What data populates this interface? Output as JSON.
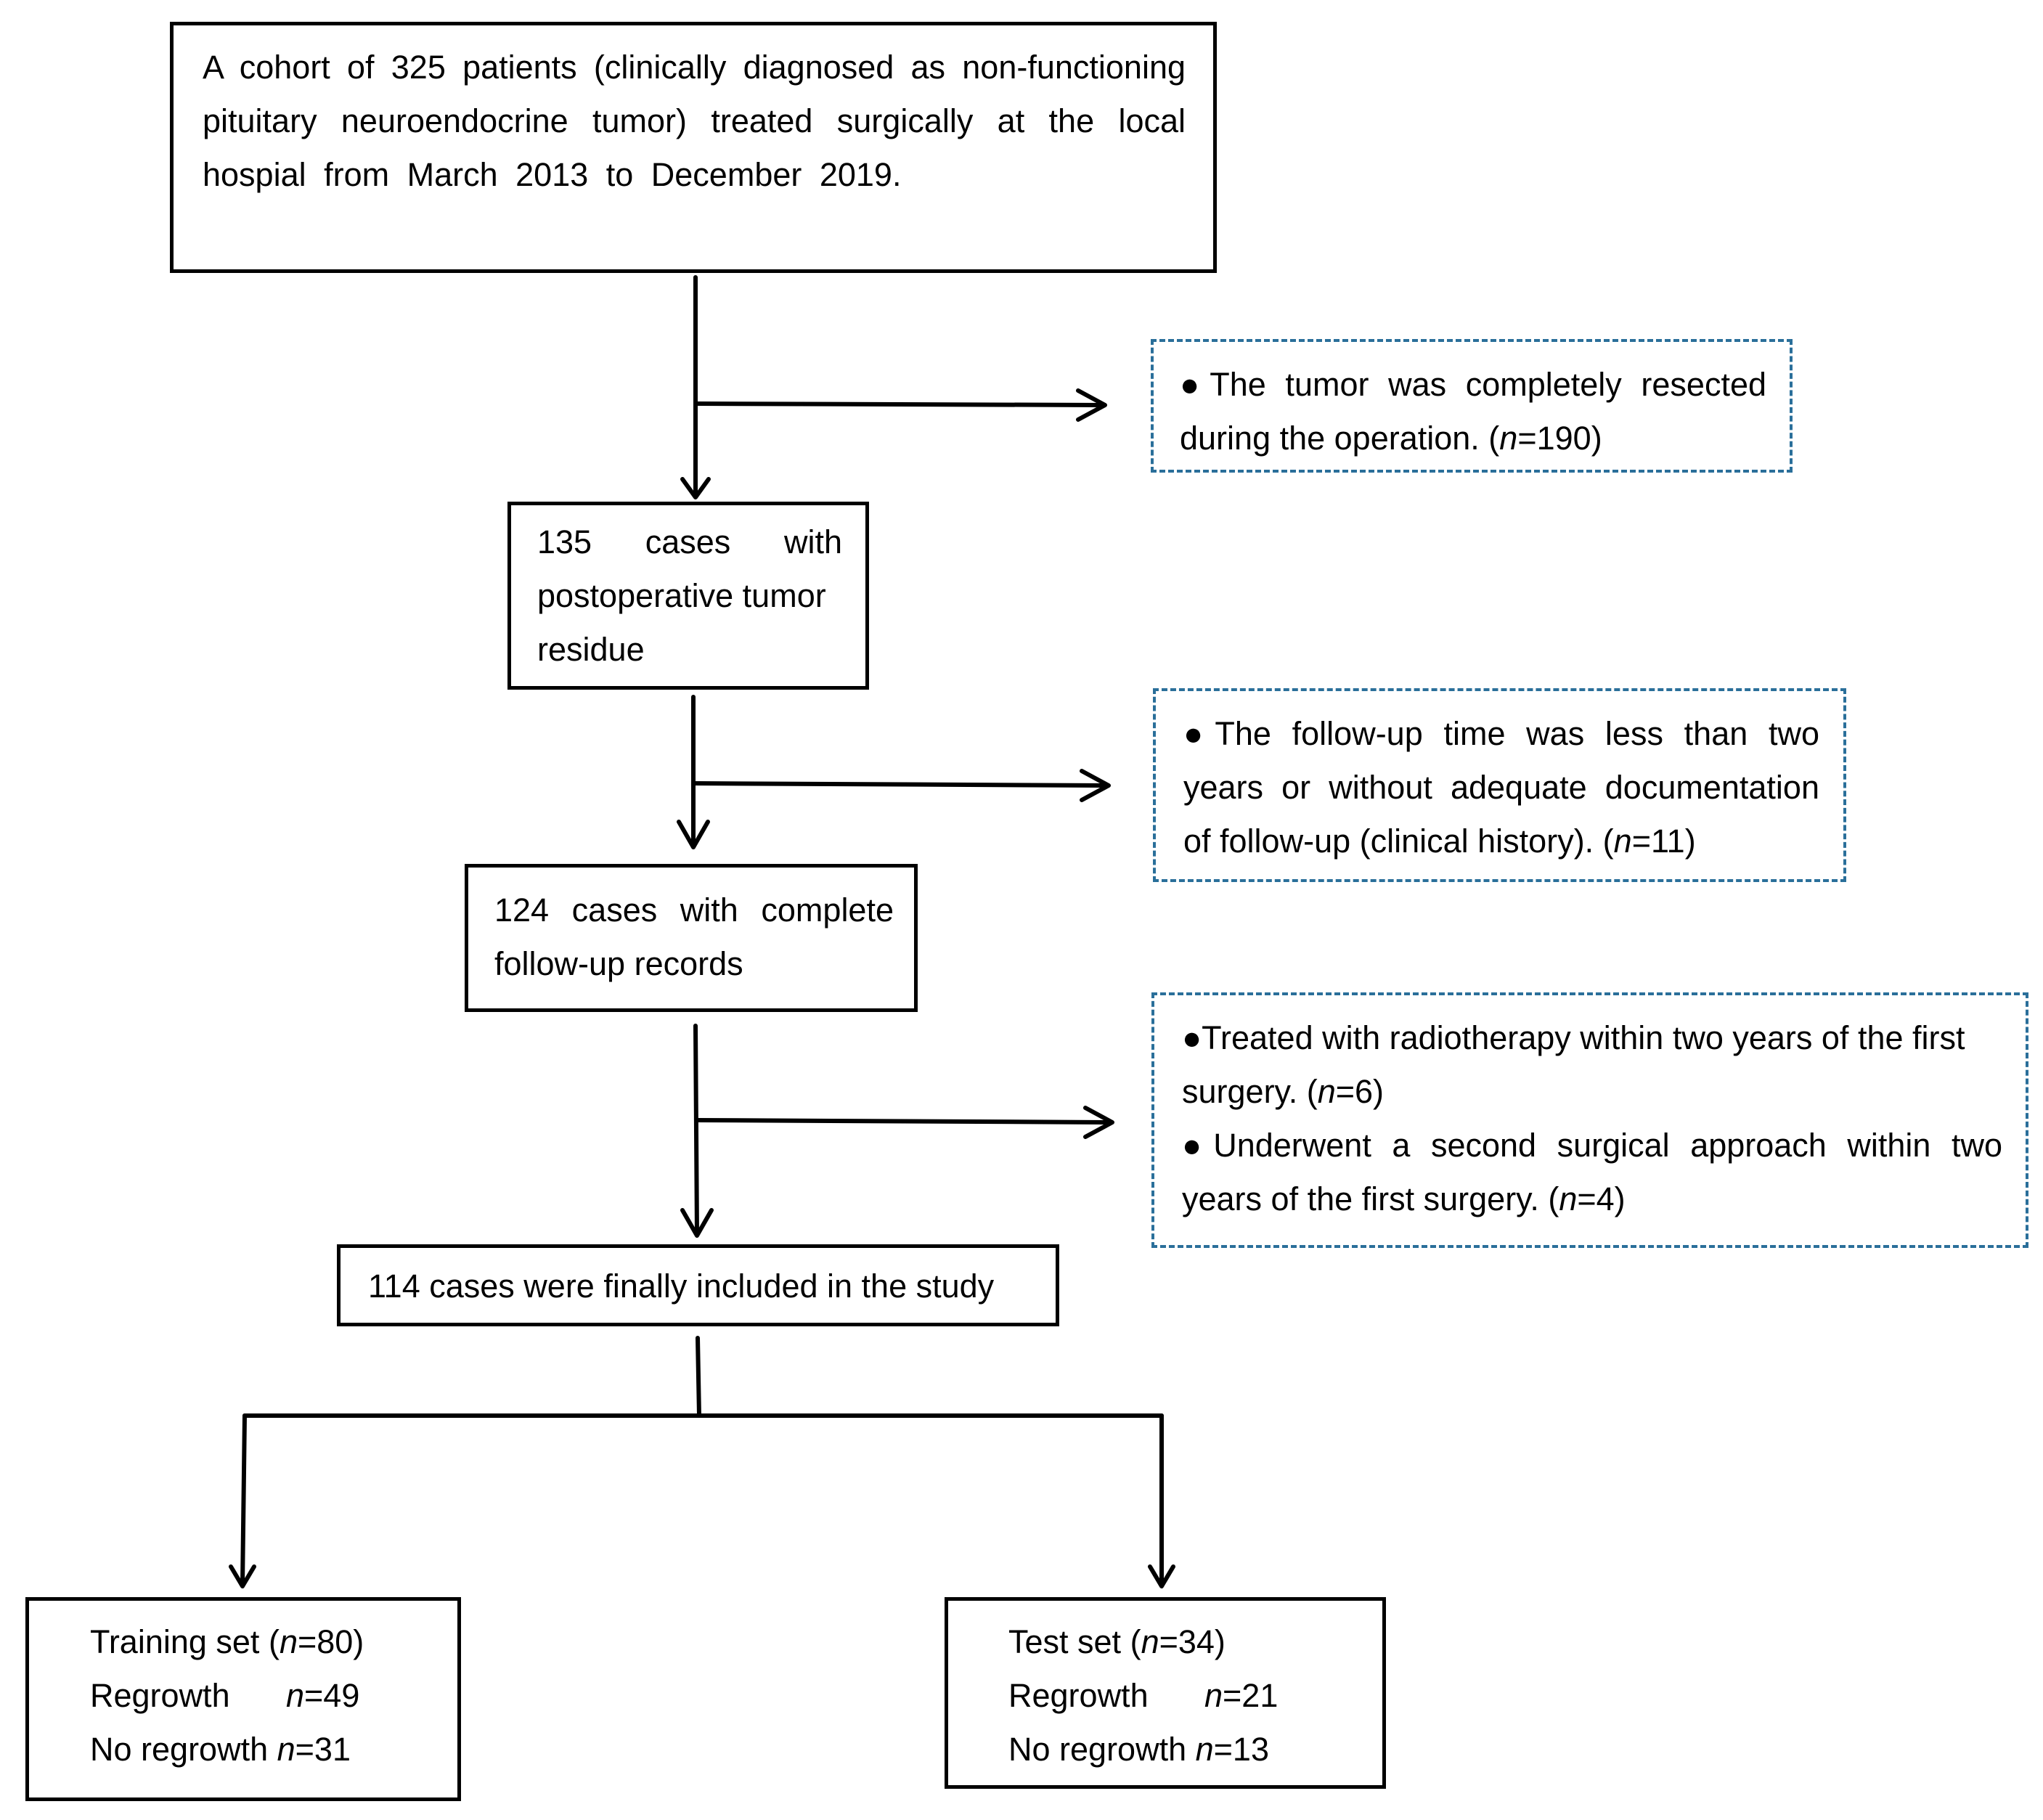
{
  "cohort": {
    "lines": [
      "A cohort of 325 patients (clinically diagnosed as non-functioning",
      "pituitary neuroendocrine tumor) treated surgically at the local",
      "hospial from March 2013 to December 2019."
    ]
  },
  "exclusion1": {
    "line1": "●The tumor was completely resected",
    "line2_prefix": "during the operation. (",
    "n_symbol": "n",
    "line2_suffix": "=190)"
  },
  "residue": {
    "lines": [
      "135 cases with",
      "postoperative tumor",
      "residue"
    ]
  },
  "exclusion2": {
    "line1": "●The follow-up time was less than two",
    "line2": "years or without adequate documentation",
    "line3_prefix": "of follow-up (clinical history). (",
    "n_symbol": "n",
    "line3_suffix": "=11)"
  },
  "complete": {
    "lines": [
      "124 cases with complete",
      "follow-up records"
    ]
  },
  "exclusion3": {
    "line1": "●Treated with radiotherapy within two years of the first",
    "line2_prefix": "surgery. (",
    "n_symbol": "n",
    "line2_suffix": "=6)",
    "line3": "●Underwent a second surgical approach within two",
    "line4_prefix": "years of the first surgery. (",
    "line4_suffix": "=4)"
  },
  "final": {
    "label": "114 cases were finally included in the study"
  },
  "training": {
    "title_prefix": "Training set (",
    "n_symbol": "n",
    "title_suffix": "=80)",
    "regrowth_label": "Regrowth",
    "regrowth_value": "=49",
    "noregrowth_label": "No regrowth ",
    "noregrowth_value": "=31"
  },
  "test": {
    "title_prefix": "Test set (",
    "n_symbol": "n",
    "title_suffix": "=34)",
    "regrowth_label": "Regrowth",
    "regrowth_value": "=21",
    "noregrowth_label": "No regrowth ",
    "noregrowth_value": "=13"
  },
  "colors": {
    "line": "#000000",
    "dashed_border": "#2a6f9a"
  }
}
